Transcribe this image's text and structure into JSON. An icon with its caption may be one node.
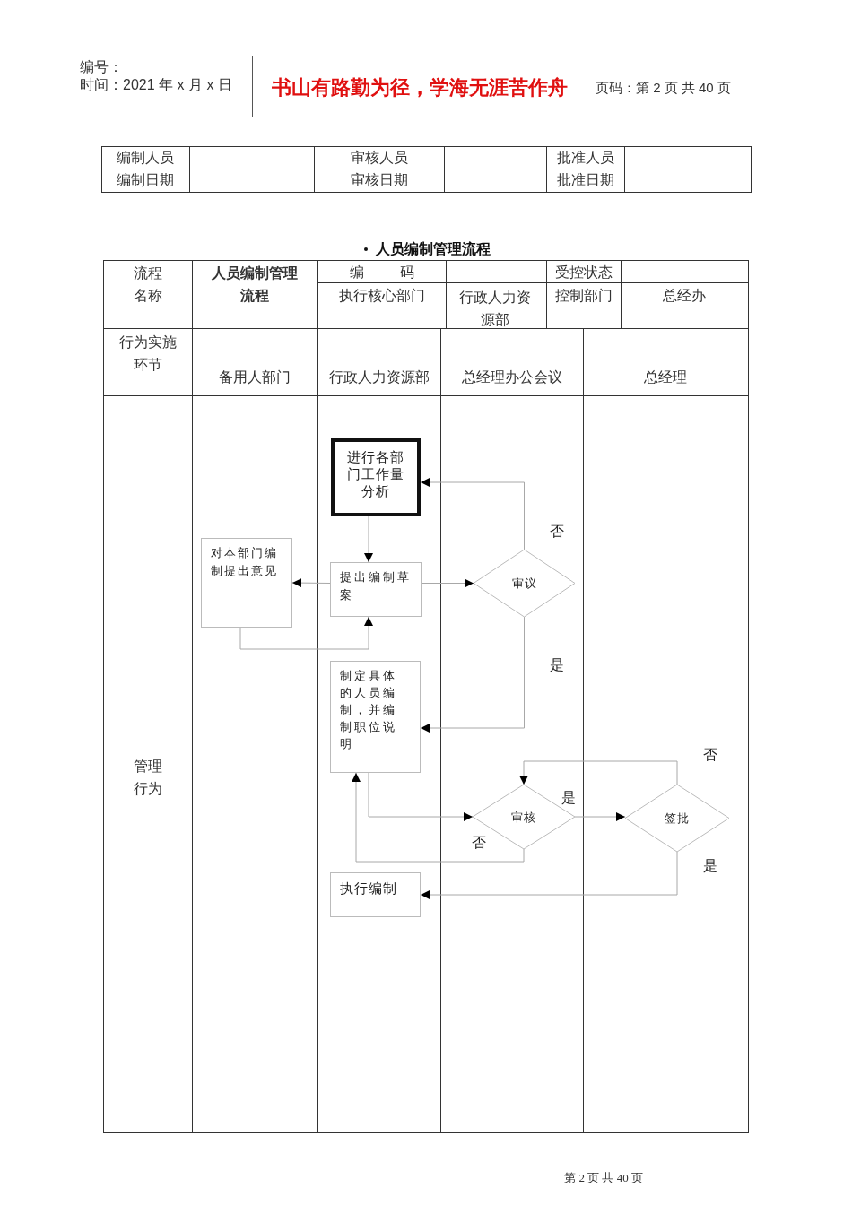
{
  "diagram": {
    "title": "人员编制管理流程",
    "nodes": [
      {
        "text": [
          "进行各部门工作量分析"
        ]
      },
      {
        "text": [
          "对本部门编制提出意见"
        ]
      },
      {
        "text": [
          "提出编制草案"
        ]
      },
      {
        "text": [
          "审议"
        ]
      },
      {
        "text": [
          "制定具体的人员编制，并编制职位说明"
        ]
      },
      {
        "text": [
          "审核"
        ]
      },
      {
        "text": [
          "签批"
        ]
      },
      {
        "text": [
          "执行编制"
        ]
      }
    ],
    "edges": [
      {
        "from": 0,
        "to": 2,
        "arrow": "to"
      },
      {
        "from": 2,
        "to": 1,
        "arrow": "to"
      },
      {
        "from": 1,
        "to": 2,
        "arrow": "to"
      },
      {
        "from": 2,
        "to": 3,
        "arrow": "to"
      },
      {
        "from": 3,
        "to": 0,
        "arrow": "to",
        "label": "否"
      },
      {
        "from": 3,
        "to": 4,
        "arrow": "to",
        "label": "是"
      },
      {
        "from": 4,
        "to": 5,
        "arrow": "to"
      },
      {
        "from": 5,
        "to": 6,
        "arrow": "to",
        "label": "是"
      },
      {
        "from": 6,
        "to": 5,
        "arrow": "to",
        "label": "否"
      },
      {
        "from": 5,
        "to": 4,
        "arrow": "to",
        "label": "否"
      },
      {
        "from": 6,
        "to": 7,
        "arrow": "to",
        "label": "是"
      }
    ],
    "labels": [
      "编号：",
      "时间：2021 年 x 月 x 日",
      "书山有路勤为径，学海无涯苦作舟",
      "页码：第 2 页 共 40 页",
      "编制人员",
      "审核人员",
      "批准人员",
      "编制日期",
      "审核日期",
      "批准日期",
      "流程名称",
      "人员编制管理流程",
      "编 码",
      "受控状态",
      "执行核心部门",
      "行政人力资源部",
      "控制部门",
      "总经办",
      "行为实施环节",
      "备用人部门",
      "行政人力资源部",
      "总经理办公会议",
      "总经理",
      "管理行为",
      "第 2 页 共 40 页"
    ]
  }
}
